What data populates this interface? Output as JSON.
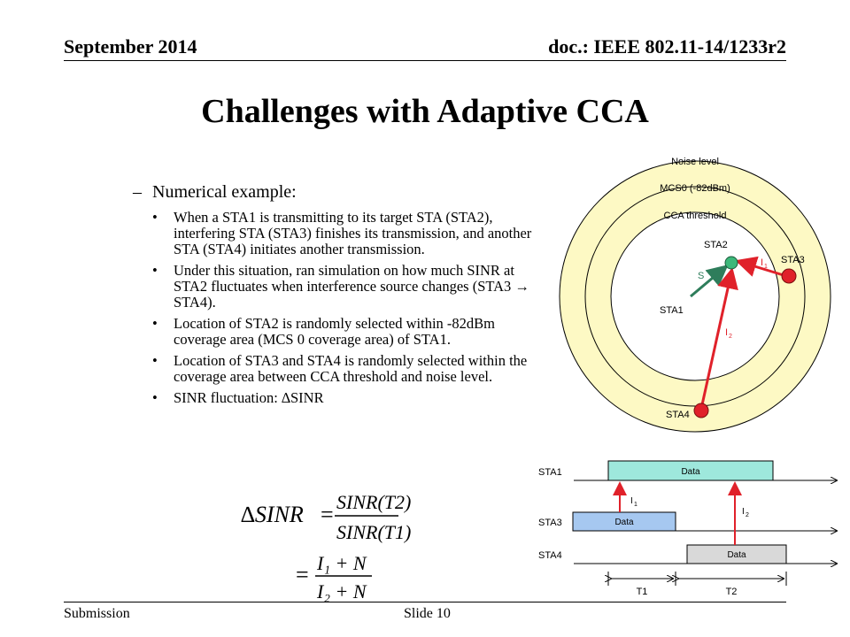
{
  "header": {
    "date": "September 2014",
    "doc": "doc.: IEEE 802.11-14/1233r2"
  },
  "title": "Challenges with Adaptive CCA",
  "body": {
    "sub_bullet_marker": "–",
    "sub_bullet": "Numerical example:",
    "bullets": [
      "When a STA1 is transmitting to its target STA (STA2), interfering STA (STA3) finishes its transmission, and another STA (STA4) initiates another transmission.",
      "Under this situation, ran simulation on how much SINR at STA2 fluctuates when interference source changes (STA3 → STA4).",
      "Location of STA2 is randomly selected within -82dBm coverage area (MCS 0 coverage area) of STA1.",
      "Location of STA3 and STA4 is randomly selected within the coverage area between CCA threshold and noise level.",
      "SINR fluctuation: ∆SINR"
    ]
  },
  "equation": {
    "lhs": "∆SINR",
    "eq": "=",
    "num1": "SINR(T2)",
    "den1": "SINR(T1)",
    "num2": "I₁ + N",
    "den2": "I₂ + N"
  },
  "ring_diagram": {
    "noise_label": "Noise level",
    "mcs_label": "MCS0 (-82dBm)",
    "cca_label": "CCA threshold",
    "sta1": "STA1",
    "sta2": "STA2",
    "sta3": "STA3",
    "sta4": "STA4",
    "signal": "S",
    "i1": "I",
    "i1_sub": "1",
    "i2": "I",
    "i2_sub": "2",
    "colors": {
      "outer_ring": "#fdf9c4",
      "station_green": "#3db87a",
      "station_red": "#e0212a",
      "signal_arrow": "#2e7d5b",
      "interf_arrow": "#e0212a"
    }
  },
  "timeline": {
    "rows": [
      "STA1",
      "STA3",
      "STA4"
    ],
    "data_label": "Data",
    "i1": "I",
    "i1_sub": "1",
    "i2": "I",
    "i2_sub": "2",
    "t1": "T1",
    "t2": "T2",
    "colors": {
      "sta1_box": "#9ee8dc",
      "sta3_box": "#a6c8f0",
      "sta4_box": "#d9d9d9"
    }
  },
  "footer": {
    "left": "Submission",
    "center": "Slide 10"
  }
}
